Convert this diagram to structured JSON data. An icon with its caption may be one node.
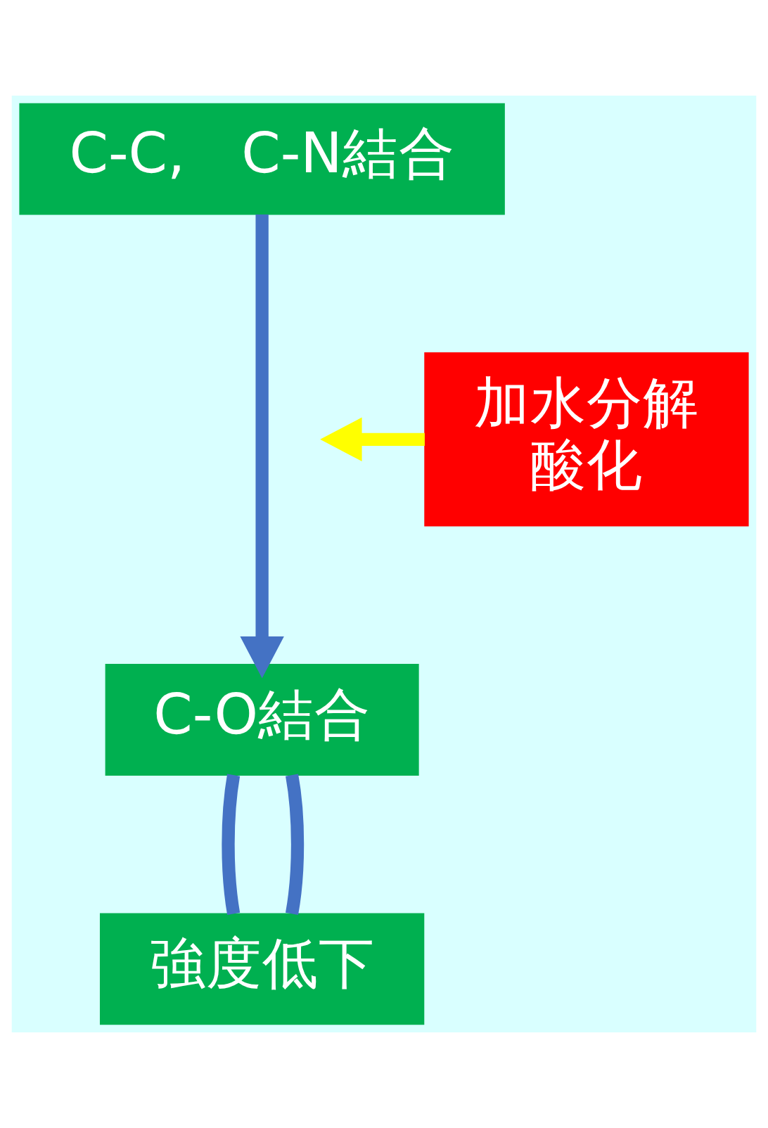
{
  "diagram": {
    "nodes": [
      {
        "text": [
          "C-C,　C-N結合"
        ]
      },
      {
        "text": [
          "加水分解",
          "酸化"
        ]
      },
      {
        "text": [
          "C-O結合"
        ]
      },
      {
        "text": [
          "強度低下"
        ]
      }
    ],
    "edges": [
      {
        "from": 0,
        "to": 2,
        "arrow": "to"
      },
      {
        "from": 1,
        "to": null,
        "arrow": "to",
        "color": "#ffff00"
      },
      {
        "from": 2,
        "to": 3,
        "arrow": "none"
      },
      {
        "from": 2,
        "to": 3,
        "arrow": "none"
      }
    ]
  }
}
